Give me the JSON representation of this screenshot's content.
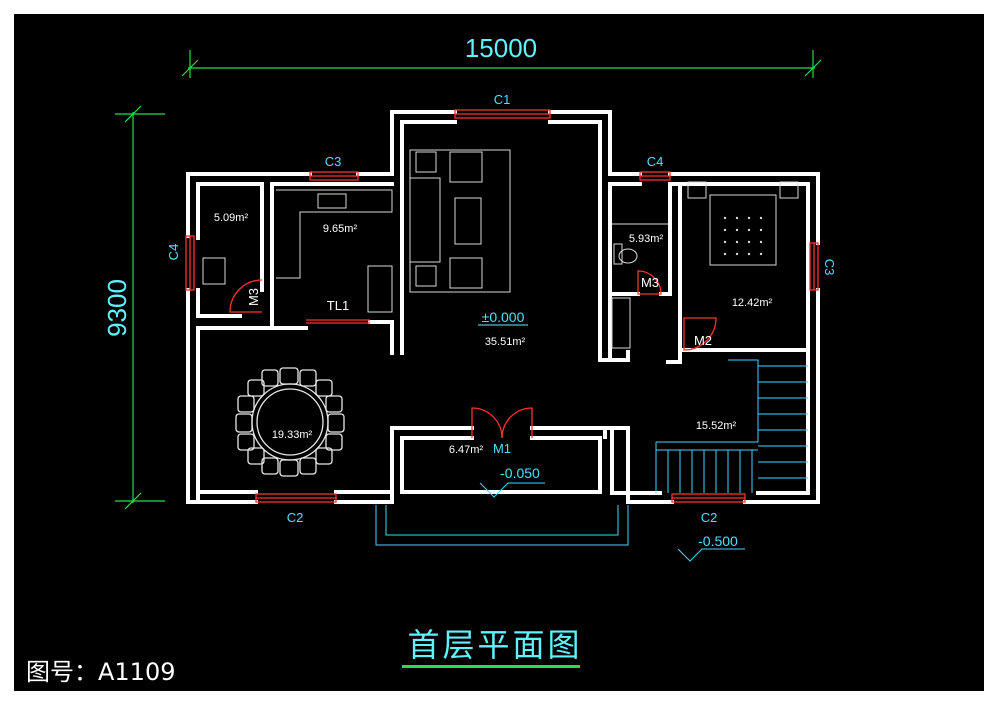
{
  "dimensions": {
    "width_total": "15000",
    "height_total": "9300"
  },
  "windows": {
    "c1": "C1",
    "c2_left": "C2",
    "c2_right": "C2",
    "c3_top": "C3",
    "c3_right": "C3",
    "c4_left": "C4",
    "c4_top": "C4"
  },
  "doors": {
    "m1": "M1",
    "m2": "M2",
    "m3_left": "M3",
    "m3_right": "M3",
    "tl1": "TL1"
  },
  "rooms": {
    "utility_area": "5.09m²",
    "kitchen_area": "9.65m²",
    "bath_area": "5.93m²",
    "bedroom_area": "12.42m²",
    "living_area": "35.51m²",
    "living_level": "±0.000",
    "dining_area": "19.33m²",
    "stair_area": "15.52m²",
    "entry_area": "6.47m²",
    "entry_level": "-0.050",
    "outside_level": "-0.500"
  },
  "title": "首层平面图",
  "drawing_number": "图号：A1109",
  "colors": {
    "background": "#000000",
    "wall": "#ffffff",
    "window": "#ff3030",
    "dimension": "#22e04a",
    "text_cyan": "#5ff2ff"
  }
}
